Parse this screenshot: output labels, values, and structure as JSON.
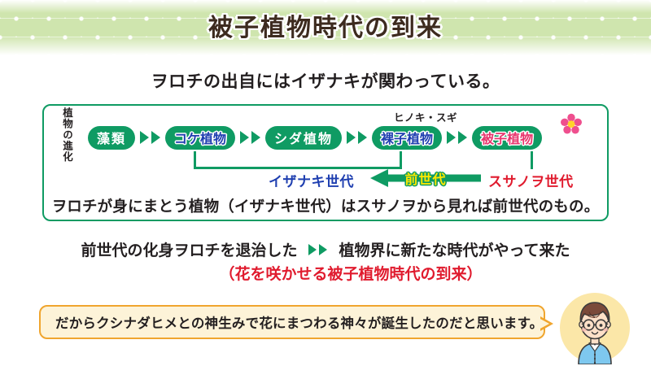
{
  "header": {
    "title": "被子植物時代の到来",
    "band_color": "#cfe5ae",
    "title_color": "#3d2b1f"
  },
  "lead": {
    "sentence": "ヲロチの出自にはイザナキが関わっている。"
  },
  "diagram": {
    "border_color": "#0f9b63",
    "axis_label": "植物の進化",
    "chain": [
      {
        "label": "藻類",
        "style": "white"
      },
      {
        "label": "コケ植物",
        "style": "blue"
      },
      {
        "label": "シダ植物",
        "style": "white"
      },
      {
        "label": "裸子植物",
        "style": "blue"
      },
      {
        "label": "被子植物",
        "style": "pink"
      }
    ],
    "gymnosperm_note": "ヒノキ・スギ",
    "flower_icon": "flower-icon",
    "generations": {
      "izanaki": "イザナキ世代",
      "previous": "前世代",
      "susanowo": "スサノヲ世代",
      "izanaki_color": "#1f3fb0",
      "previous_color": "#ffe800",
      "susanowo_color": "#e01b2e"
    },
    "conclusion": "ヲロチが身にまとう植物（イザナキ世代）はスサノヲから見れば前世代のもの。"
  },
  "result": {
    "cause": "前世代の化身ヲロチを退治した",
    "arrow_icon": "double-triangle-right-icon",
    "effect": "植物界に新たな時代がやって来た",
    "parenthetical": "（花を咲かせる被子植物時代の到来）",
    "parenthetical_color": "#e01b2e"
  },
  "speech": {
    "text": "だからクシナダヒメとの神生みで花にまつわる神々が誕生したのだと思います。",
    "bubble_fill": "#fdf3d8",
    "bubble_border": "#f0a52e"
  },
  "avatar": {
    "name": "boy-with-glasses-avatar",
    "circle_color": "#fbe7a8"
  }
}
